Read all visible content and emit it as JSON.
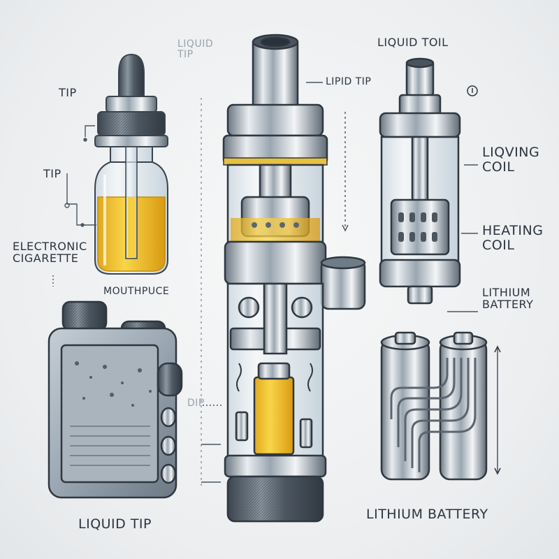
{
  "labels": {
    "liquid_tip_faded": "LIQUID\nTIP",
    "tip_left_top": "TIP",
    "tip_left_mid": "TIP",
    "electronic_cigarette": "ELECTRONIC\nCIGARETTE",
    "mouthpuce": "MOUTHPUCE",
    "liquid_tip_bottom": "LIQUID TIP",
    "dip": "DIP",
    "lipid_tip": "LIPID TIP",
    "liquid_toil": "LIQUID TOIL",
    "liqving_coil": "LIQVING\nCOIL",
    "heating_coil": "HEATING\nCOIL",
    "lithium_battery_right": "LITHIUM\nBATTERY",
    "lithium_battery_bottom": "LITHIUM BATTERY"
  },
  "colors": {
    "ink": "#2c3540",
    "metal_dark": "#5d6974",
    "metal_light": "#dfe4e8",
    "liquid": "#f2c531",
    "glass": "#d7e4ec",
    "lead_line": "#4a5560"
  },
  "icons": [
    "dropper-bottle",
    "box-mod-battery",
    "tank-atomizer-cutaway",
    "coil-atomizer",
    "lithium-battery-pair"
  ]
}
